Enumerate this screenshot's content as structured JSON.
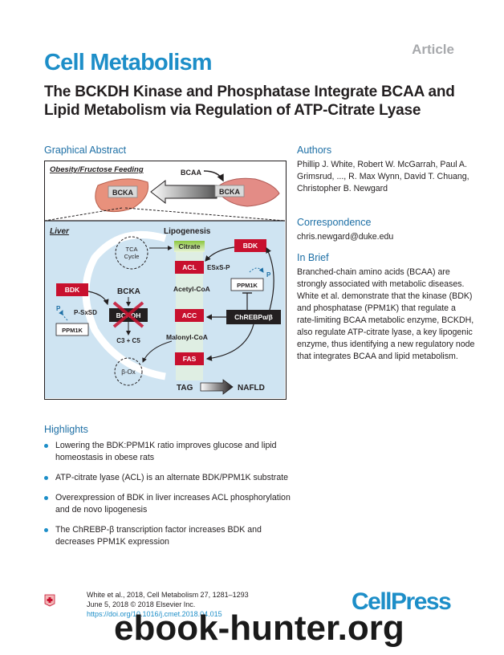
{
  "header": {
    "article_tag": "Article",
    "journal": "Cell Metabolism",
    "title": "The BCKDH Kinase and Phosphatase Integrate BCAA and Lipid Metabolism via Regulation of ATP-Citrate Lyase"
  },
  "graphical_abstract": {
    "heading": "Graphical Abstract",
    "top_panel": {
      "label": "Obesity/Fructose Feeding",
      "bcaa": "BCAA",
      "bcka_left": "BCKA",
      "bcka_right": "BCKA"
    },
    "bottom_panel": {
      "liver": "Liver",
      "lipogenesis": "Lipogenesis",
      "tca": "TCA Cycle",
      "citrate": "Citrate",
      "acl": "ACL",
      "acetyl_coa": "Acetyl-CoA",
      "acc": "ACC",
      "malonyl_coa": "Malonyl-CoA",
      "fas": "FAS",
      "tag": "TAG",
      "nafld": "NAFLD",
      "bdk_left": "BDK",
      "bdk_right": "BDK",
      "bcka": "BCKA",
      "bckdh": "BCKDH",
      "ppm1k_left": "PPM1K",
      "ppm1k_right": "PPM1K",
      "chrebp": "ChREBPα/β",
      "c3c5": "C3 + C5",
      "box": "β-Ox",
      "p": "P",
      "p_sxsd": "P-SxSD",
      "esxs_p": "ESxS-P"
    },
    "colors": {
      "red_box": "#c8102e",
      "dark_box": "#231f20",
      "citrate_green": "#8cc63f",
      "panel_blue": "#cfe4f2",
      "bcka_box": "#d9d9d9"
    }
  },
  "highlights": {
    "heading": "Highlights",
    "items": [
      "Lowering the BDK:PPM1K ratio improves glucose and lipid homeostasis in obese rats",
      "ATP-citrate lyase (ACL) is an alternate BDK/PPM1K substrate",
      "Overexpression of BDK in liver increases ACL phosphorylation and de novo lipogenesis",
      "The ChREBP-β transcription factor increases BDK and decreases PPM1K expression"
    ]
  },
  "authors": {
    "heading": "Authors",
    "text": "Phillip J. White, Robert W. McGarrah, Paul A. Grimsrud, ..., R. Max Wynn, David T. Chuang, Christopher B. Newgard"
  },
  "correspondence": {
    "heading": "Correspondence",
    "email": "chris.newgard@duke.edu"
  },
  "in_brief": {
    "heading": "In Brief",
    "text": "Branched-chain amino acids (BCAA) are strongly associated with metabolic diseases. White et al. demonstrate that the kinase (BDK) and phosphatase (PPM1K) that regulate a rate-limiting BCAA metabolic enzyme, BCKDH, also regulate ATP-citrate lyase, a key lipogenic enzyme, thus identifying a new regulatory node that integrates BCAA and lipid metabolism."
  },
  "footer": {
    "citation": "White et al., 2018, Cell Metabolism 27, 1281–1293",
    "date": "June 5, 2018 © 2018 Elsevier Inc.",
    "doi": "https://doi.org/10.1016/j.cmet.2018.04.015",
    "publisher": "CellPress",
    "watermark": "ebook-hunter.org"
  }
}
